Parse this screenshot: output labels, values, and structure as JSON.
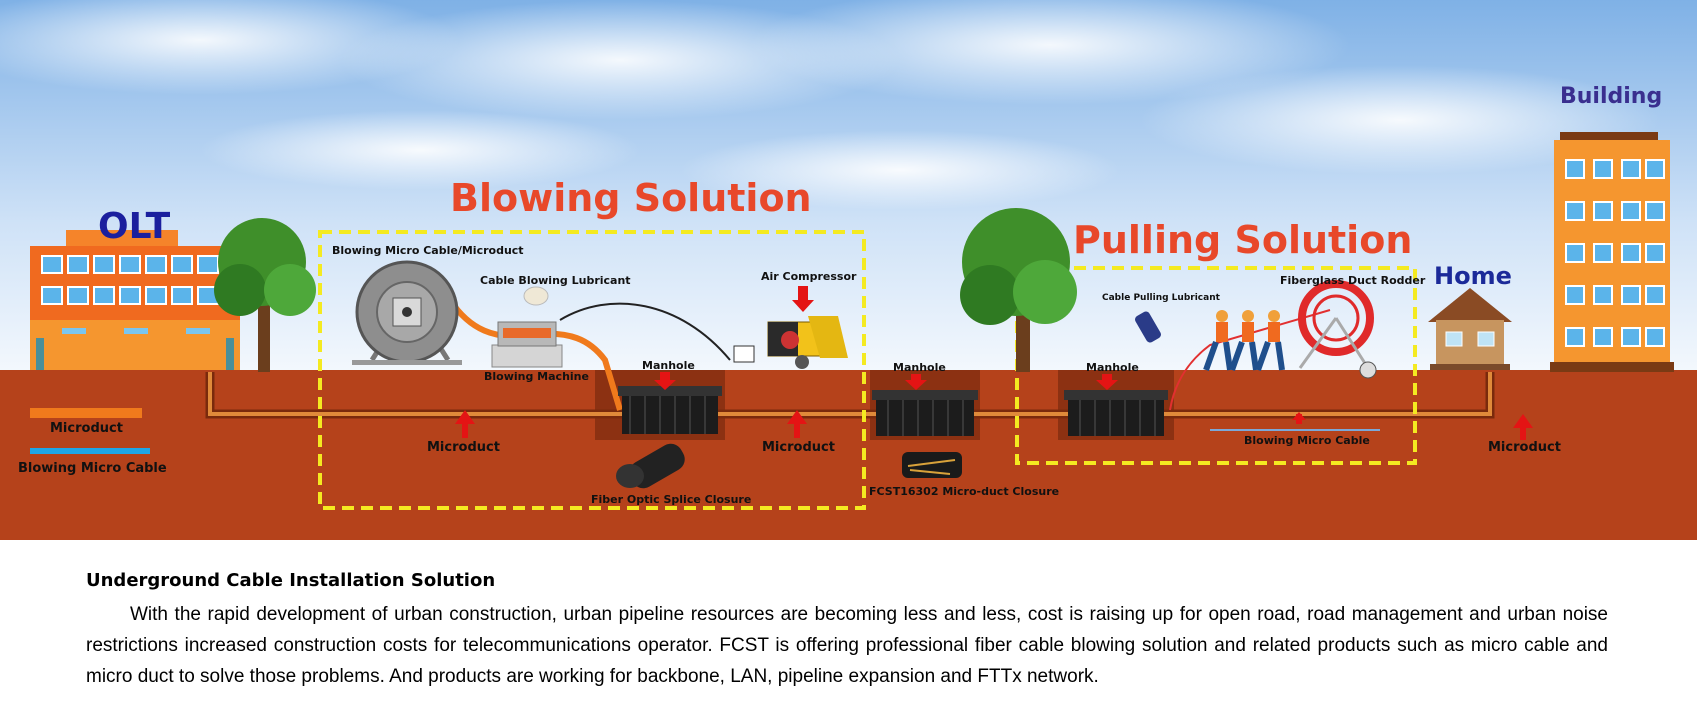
{
  "scene": {
    "title_blowing": "Blowing Solution",
    "title_pulling": "Pulling Solution",
    "olt": "OLT",
    "home": "Home",
    "building": "Building",
    "labels": {
      "blowing_micro_cable_microduct": "Blowing Micro Cable/Microduct",
      "cable_blowing_lubricant": "Cable Blowing Lubricant",
      "air_compressor": "Air Compressor",
      "blowing_machine": "Blowing Machine",
      "manhole_1": "Manhole",
      "manhole_2": "Manhole",
      "manhole_3": "Manhole",
      "microduct_1": "Microduct",
      "microduct_2": "Microduct",
      "microduct_3": "Microduct",
      "fiber_optic_splice_closure": "Fiber Optic Splice Closure",
      "micro_duct_closure": "FCST16302 Micro-duct Closure",
      "cable_pulling_lubricant": "Cable Pulling Lubricant",
      "fiberglass_duct_rodder": "Fiberglass Duct Rodder",
      "blowing_micro_cable": "Blowing Micro Cable"
    },
    "legend": {
      "microduct": "Microduct",
      "blowing_micro_cable": "Blowing Micro Cable"
    },
    "colors": {
      "soil": "#b5421b",
      "sky_top": "#7fb1e6",
      "microduct": "#f07a1c",
      "micro_cable": "#1fa6e6",
      "dashed_box": "#f4ea21",
      "arrow": "#e41414"
    }
  },
  "description": {
    "title": "Underground Cable Installation Solution",
    "body": "With the rapid development of urban construction, urban pipeline resources are becoming less and less, cost is raising up for open road, road management and urban noise restrictions increased construction costs for telecommunications operator. FCST is offering professional fiber cable blowing solution and related products such as micro cable and micro duct to solve those problems. And products are working for backbone, LAN, pipeline expansion and FTTx network."
  }
}
